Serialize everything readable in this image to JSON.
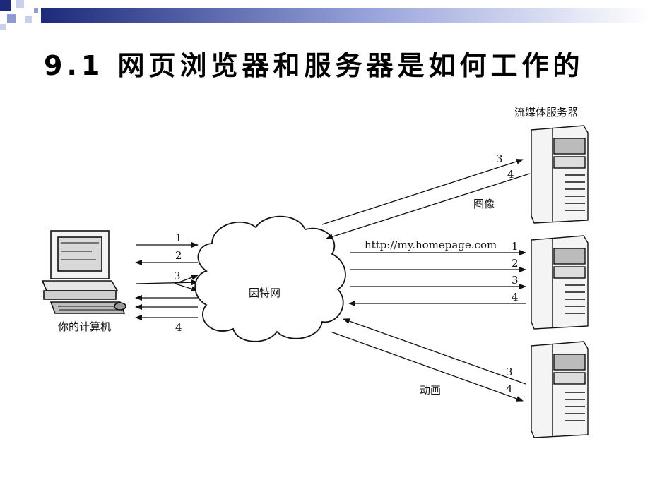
{
  "slide": {
    "title": "9.1 网页浏览器和服务器是如何工作的"
  },
  "diagram": {
    "computer_label": "你的计算机",
    "internet_label": "因特网",
    "streaming_server_label": "流媒体服务器",
    "image_label": "图像",
    "url_label": "http://my.homepage.com",
    "animation_label": "动画",
    "left_steps": [
      "1",
      "2",
      "3",
      "4"
    ],
    "middle_steps": [
      "1",
      "2",
      "3",
      "4"
    ],
    "top_steps": [
      "3",
      "4"
    ],
    "bottom_steps": [
      "3",
      "4"
    ]
  },
  "colors": {
    "corner_dark": "#1c2a7a",
    "corner_mid": "#8f9bd6",
    "corner_light": "#c8cfef",
    "ink": "#111111"
  }
}
